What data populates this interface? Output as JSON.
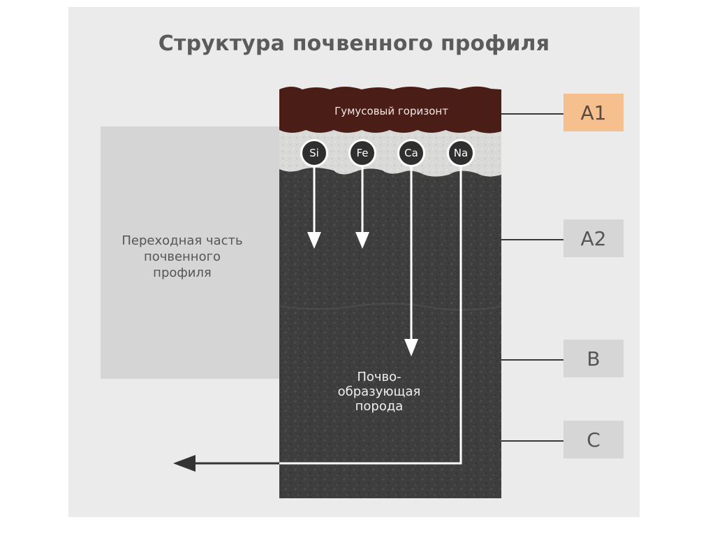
{
  "title": "Структура почвенного профиля",
  "transition_label": "Переходная часть почвенного профиля",
  "humus_label": "Гумусовый горизонт",
  "parent_rock_label": "Почво-образующая порода",
  "parent_rock_lines": [
    "Почво-",
    "образующая",
    "порода"
  ],
  "transition_lines": [
    "Переходная часть",
    "почвенного",
    "профиля"
  ],
  "elements": [
    "Si",
    "Fe",
    "Ca",
    "Na"
  ],
  "horizons": [
    "A1",
    "A2",
    "B",
    "C"
  ],
  "horizon_display": [
    "A1",
    "A2",
    "B",
    "C"
  ],
  "colors": {
    "humus": "#4a1d17",
    "eluvial": "#d8d8d6",
    "soil": "#3c3c3c",
    "a1_box": "#f5c08e",
    "box": "#d6d6d6"
  }
}
